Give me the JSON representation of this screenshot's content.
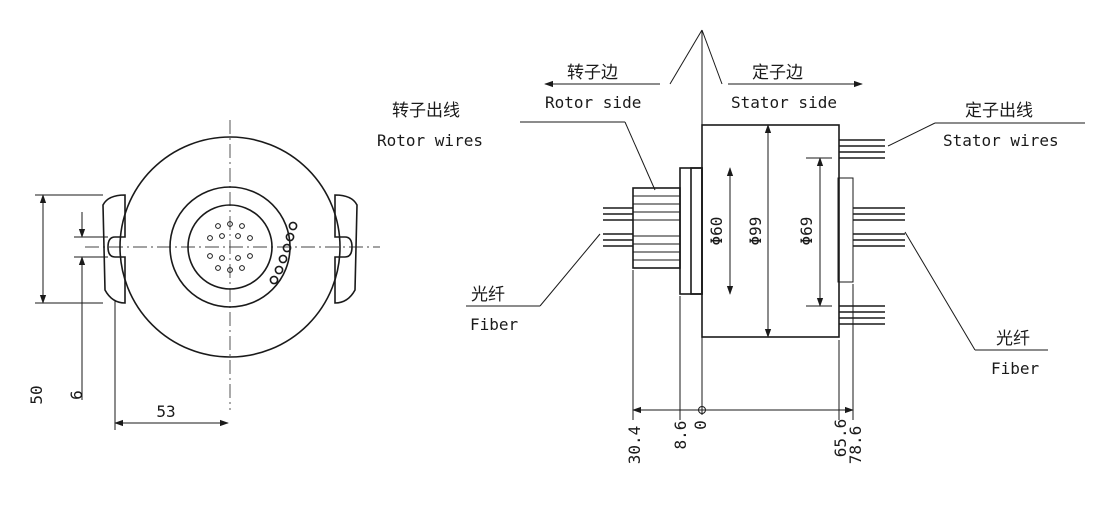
{
  "front_view": {
    "dim_height": "50",
    "dim_slot": "6",
    "dim_width": "53"
  },
  "side_view": {
    "rotor_side_cn": "转子边",
    "rotor_side_en": "Rotor side",
    "stator_side_cn": "定子边",
    "stator_side_en": "Stator side",
    "rotor_wires_cn": "转子出线",
    "rotor_wires_en": "Rotor wires",
    "stator_wires_cn": "定子出线",
    "stator_wires_en": "Stator wires",
    "fiber_left_cn": "光纤",
    "fiber_left_en": "Fiber",
    "fiber_right_cn": "光纤",
    "fiber_right_en": "Fiber",
    "dia_60": "Φ60",
    "dia_99": "Φ99",
    "dia_69": "Φ69",
    "dim_30_4": "30.4",
    "dim_8_6": "8.6",
    "dim_0": "0",
    "dim_65_6": "65.6",
    "dim_78_6": "78.6"
  }
}
